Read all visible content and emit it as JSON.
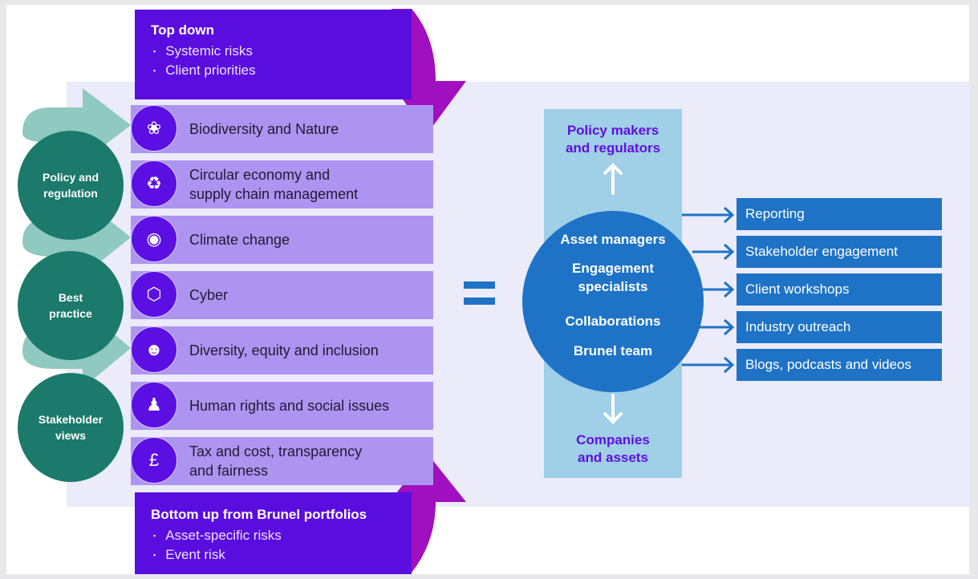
{
  "top_down": {
    "title": "Top down",
    "items": [
      "Systemic risks",
      "Client priorities"
    ]
  },
  "bottom_up": {
    "title": "Bottom up from Brunel portfolios",
    "items": [
      "Asset-specific risks",
      "Event risk"
    ]
  },
  "drivers": [
    {
      "label_line1": "Policy and",
      "label_line2": "regulation"
    },
    {
      "label_line1": "Best",
      "label_line2": "practice"
    },
    {
      "label_line1": "Stakeholder",
      "label_line2": "views"
    }
  ],
  "themes": [
    {
      "line1": "Biodiversity and Nature",
      "line2": "",
      "icon": "leaf-cluster-icon"
    },
    {
      "line1": "Circular economy and",
      "line2": "supply chain management",
      "icon": "recycle-icon"
    },
    {
      "line1": "Climate change",
      "line2": "",
      "icon": "globe-icon"
    },
    {
      "line1": "Cyber",
      "line2": "",
      "icon": "lock-web-icon"
    },
    {
      "line1": "Diversity, equity and inclusion",
      "line2": "",
      "icon": "people-group-icon"
    },
    {
      "line1": "Human rights and social issues",
      "line2": "",
      "icon": "people-icon"
    },
    {
      "line1": "Tax and cost, transparency",
      "line2": "and fairness",
      "icon": "currency-icon"
    }
  ],
  "center": {
    "top_line1": "Policy makers",
    "top_line2": "and regulators",
    "circle_lines": [
      "Asset managers",
      "Engagement",
      "specialists",
      "Collaborations",
      "Brunel team"
    ],
    "bottom_line1": "Companies",
    "bottom_line2": "and assets"
  },
  "outputs": [
    "Reporting",
    "Stakeholder engagement",
    "Client workshops",
    "Industry outreach",
    "Blogs, podcasts and videos"
  ],
  "colors": {
    "purple_dark": "#5a0ddf",
    "purple_light": "#ad94f0",
    "magenta_arrow": "#a00fc0",
    "teal": "#1b7a6b",
    "teal_light": "#8fc9bf",
    "blue": "#1e73c6",
    "blue_light": "#a0cfe8"
  }
}
